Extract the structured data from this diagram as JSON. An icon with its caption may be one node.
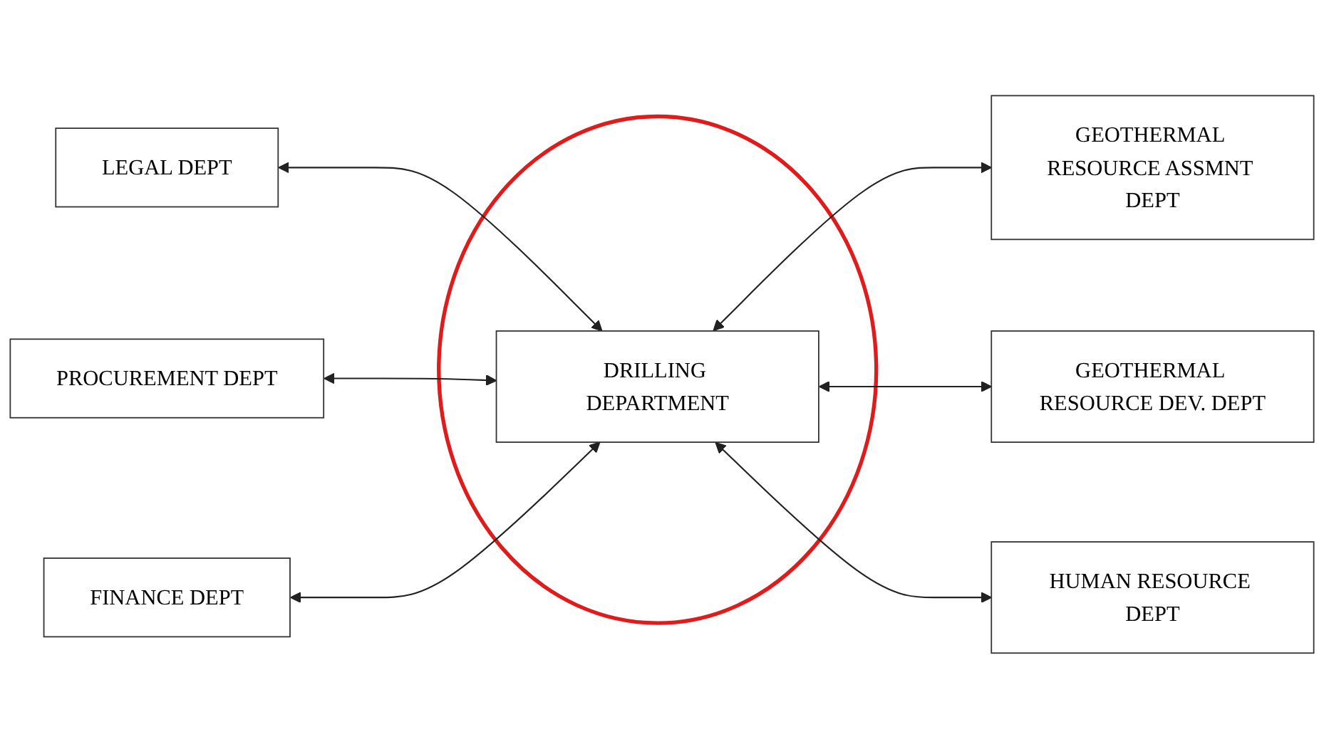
{
  "diagram": {
    "nodes": [
      {
        "text": [
          "LEGAL DEPT"
        ]
      },
      {
        "text": [
          "GEOTHERMAL RESOURCE ASSMNT DEPT"
        ]
      },
      {
        "text": [
          "PROCUREMENT DEPT"
        ]
      },
      {
        "text": [],
        "shape": "ellipse"
      },
      {
        "text": [
          "DRILLING DEPARTMENT"
        ],
        "in": 3
      },
      {
        "text": [
          "GEOTHERMAL RESOURCE DEV. DEPT"
        ]
      },
      {
        "text": [
          "FINANCE DEPT"
        ]
      },
      {
        "text": [
          "HUMAN RESOURCE DEPT"
        ]
      }
    ],
    "edges": [
      {
        "from": 0,
        "to": 4,
        "arrow": "both"
      },
      {
        "from": 2,
        "to": 4,
        "arrow": "both"
      },
      {
        "from": 6,
        "to": 4,
        "arrow": "both"
      },
      {
        "from": 4,
        "to": 1,
        "arrow": "both"
      },
      {
        "from": 4,
        "to": 5,
        "arrow": "both"
      },
      {
        "from": 4,
        "to": 7,
        "arrow": "both"
      }
    ]
  }
}
